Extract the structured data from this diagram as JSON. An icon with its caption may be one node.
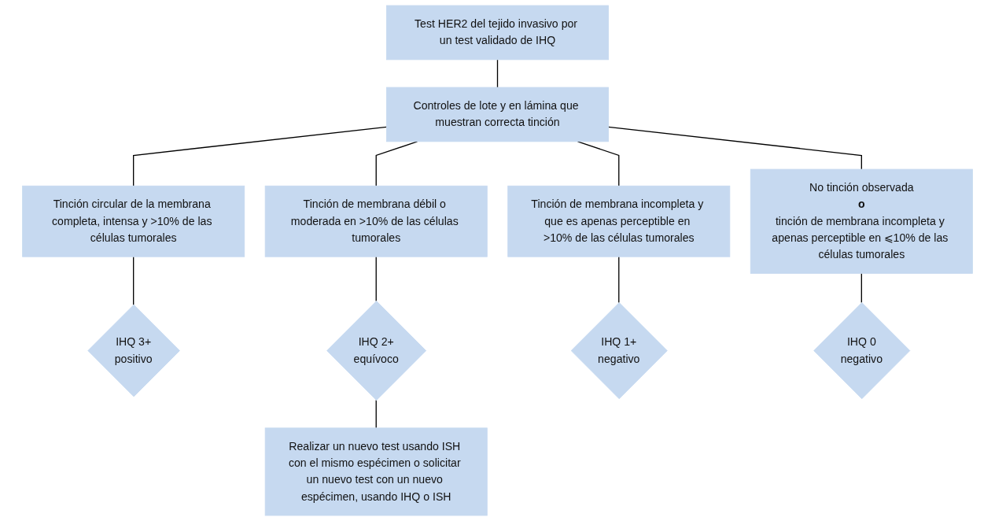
{
  "diagram": {
    "nodes": [
      {
        "text": [
          "Test HER2 del tejido invasivo por un test validado de IHQ"
        ]
      },
      {
        "text": [
          "Controles de lote y en lámina que muestran correcta tinción"
        ]
      },
      {
        "text": [
          "Tinción circular de la membrana completa, intensa y >10% de las células tumorales"
        ]
      },
      {
        "text": [
          "Tinción de membrana débil o moderada en >10% de las células tumorales"
        ]
      },
      {
        "text": [
          "Tinción de membrana incompleta y que es apenas perceptible en >10% de las células tumorales"
        ]
      },
      {
        "text": [
          "No tinción observada",
          "o",
          "tinción de membrana incompleta y apenas perceptible en ⩽10% de las células tumorales"
        ]
      },
      {
        "text": [
          "IHQ 3+",
          "positivo"
        ]
      },
      {
        "text": [
          "IHQ 2+",
          "equívoco"
        ]
      },
      {
        "text": [
          "IHQ 1+",
          "negativo"
        ]
      },
      {
        "text": [
          "IHQ 0",
          "negativo"
        ]
      },
      {
        "text": [
          "Realizar un nuevo test usando ISH con el mismo espécimen o solicitar un nuevo test con un nuevo espécimen, usando IHQ o ISH"
        ]
      }
    ],
    "edges": [
      {
        "from": 0,
        "to": 1,
        "arrow": "none"
      },
      {
        "from": 1,
        "to": 2,
        "arrow": "none"
      },
      {
        "from": 1,
        "to": 3,
        "arrow": "none"
      },
      {
        "from": 1,
        "to": 4,
        "arrow": "none"
      },
      {
        "from": 1,
        "to": 5,
        "arrow": "none"
      },
      {
        "from": 2,
        "to": 6,
        "arrow": "none"
      },
      {
        "from": 3,
        "to": 7,
        "arrow": "none"
      },
      {
        "from": 4,
        "to": 8,
        "arrow": "none"
      },
      {
        "from": 5,
        "to": 9,
        "arrow": "none"
      },
      {
        "from": 7,
        "to": 10,
        "arrow": "none"
      }
    ]
  }
}
